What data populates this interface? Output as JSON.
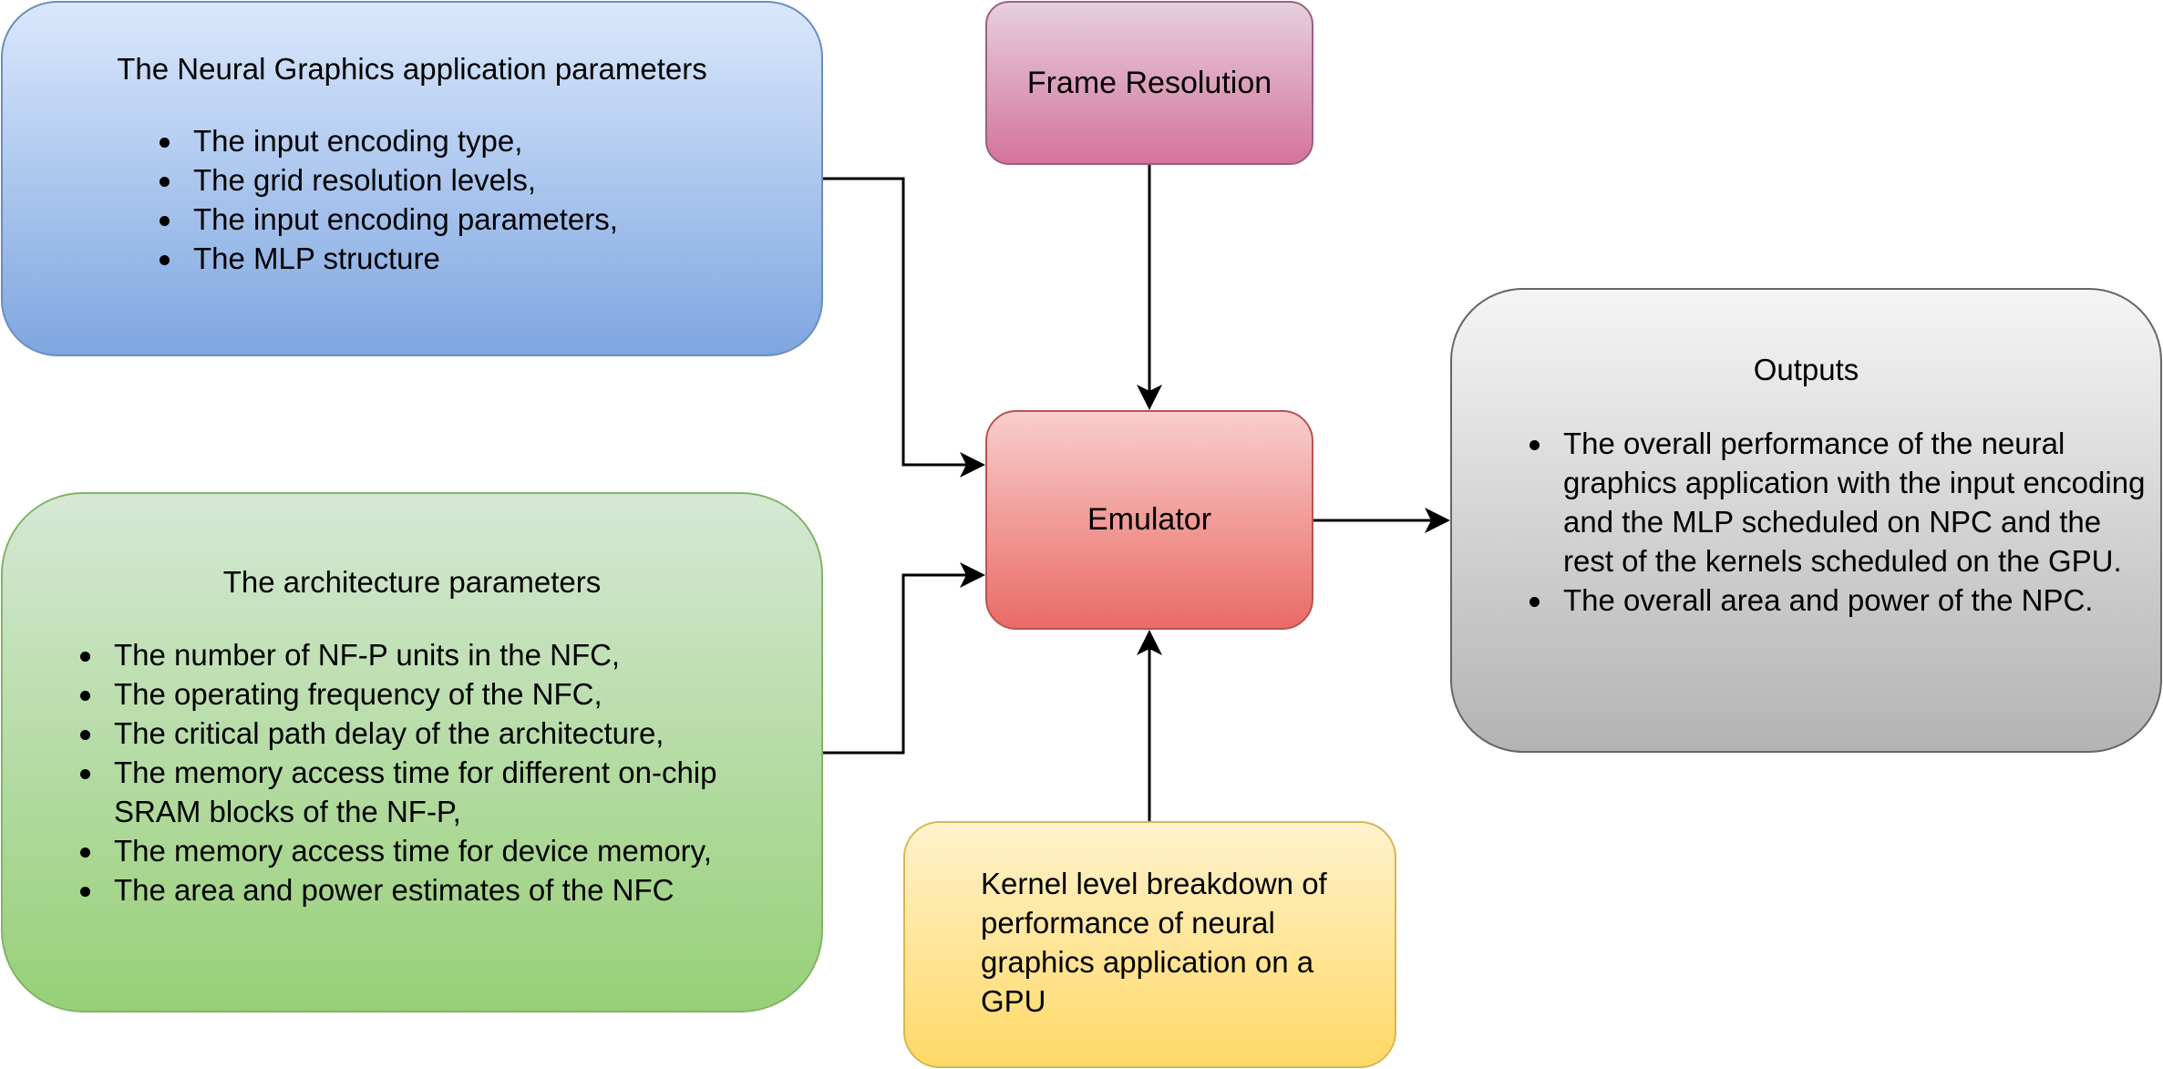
{
  "neural_graphics": {
    "title": "The Neural Graphics application parameters",
    "items": [
      "The input encoding type,",
      "The grid resolution levels,",
      "The input encoding parameters,",
      "The MLP structure"
    ]
  },
  "frame_resolution": {
    "label": "Frame Resolution"
  },
  "architecture": {
    "title": "The architecture parameters",
    "items": [
      "The number of NF-P units in the NFC,",
      "The operating frequency of the NFC,",
      "The critical path delay of the architecture,",
      "The memory access time for different on-chip SRAM blocks of the NF-P,",
      "The memory access time for device memory,",
      "The area and power estimates of the NFC"
    ]
  },
  "emulator": {
    "label": "Emulator"
  },
  "outputs": {
    "title": "Outputs",
    "items": [
      "The overall performance of the neural graphics application with the input encoding and the MLP scheduled on NPC and the rest of the kernels scheduled on the GPU.",
      "The overall area and power of the NPC."
    ]
  },
  "gpu_breakdown": {
    "label": "Kernel level breakdown of performance of neural graphics application on a GPU"
  },
  "colors": {
    "neural_graphics_fill": "#dae8fc",
    "neural_graphics_stroke": "#6c8ebf",
    "frame_resolution_fill": "#e6d0de",
    "frame_resolution_stroke": "#996185",
    "architecture_fill": "#d5e8d4",
    "architecture_stroke": "#82b366",
    "emulator_fill": "#f8cecc",
    "emulator_stroke": "#b85450",
    "outputs_fill": "#f5f5f5",
    "outputs_stroke": "#666666",
    "gpu_fill": "#fff2cc",
    "gpu_stroke": "#d6b656",
    "edge": "#000000"
  }
}
